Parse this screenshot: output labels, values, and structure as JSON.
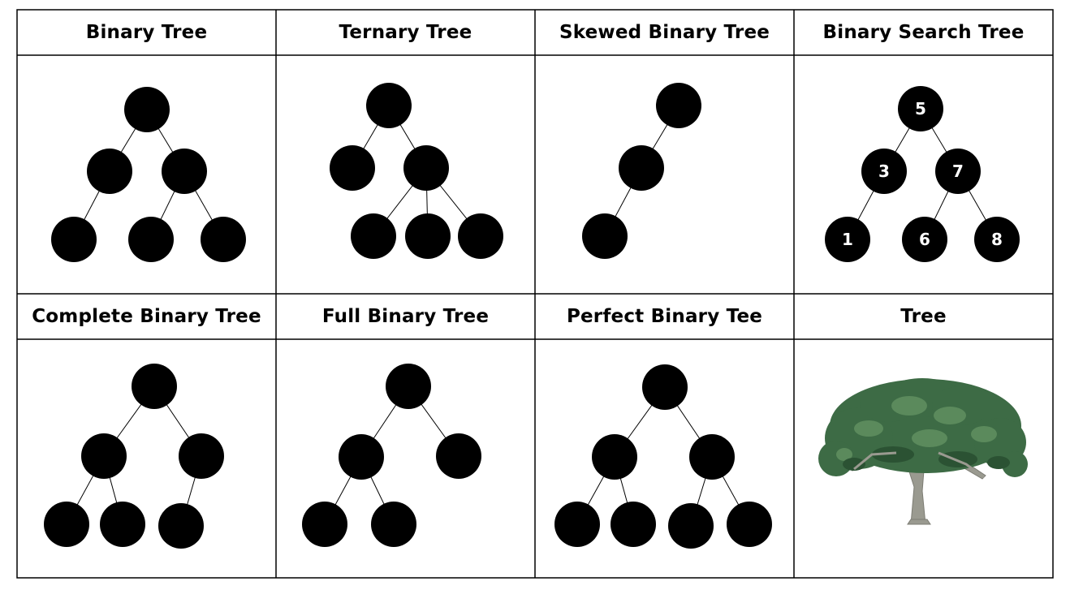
{
  "panels": [
    {
      "title": "Binary Tree"
    },
    {
      "title": "Ternary Tree"
    },
    {
      "title": "Skewed Binary Tree"
    },
    {
      "title": "Binary Search Tree"
    },
    {
      "title": "Complete Binary Tree"
    },
    {
      "title": "Full Binary Tree"
    },
    {
      "title": "Perfect Binary Tee"
    },
    {
      "title": "Tree"
    }
  ],
  "bst": {
    "root": "5",
    "left": "3",
    "right": "7",
    "left_left": "1",
    "right_left": "6",
    "right_right": "8"
  },
  "colors": {
    "node": "#000000",
    "label": "#ffffff",
    "border": "#000000",
    "foliage": "#3d6b45",
    "trunk": "#9a9a90"
  }
}
